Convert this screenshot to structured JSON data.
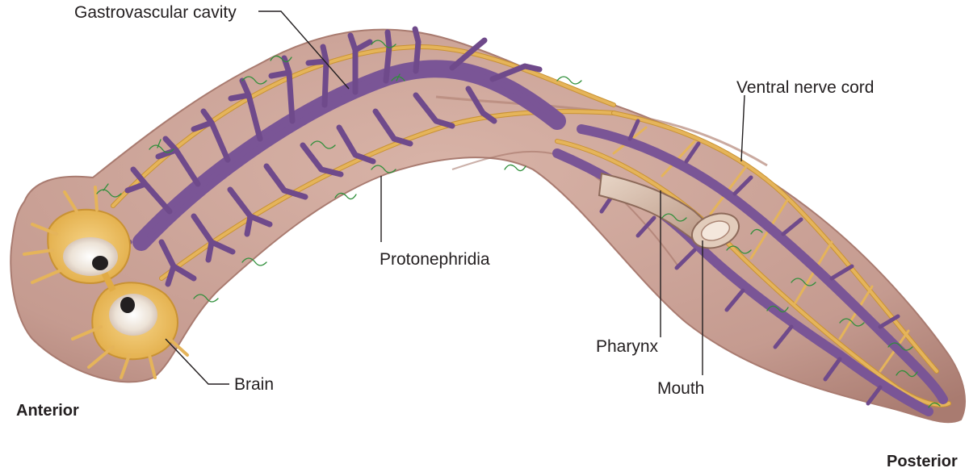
{
  "labels": {
    "gastrovascular_cavity": "Gastrovascular cavity",
    "ventral_nerve_cord": "Ventral nerve cord",
    "protonephridia": "Protonephridia",
    "pharynx": "Pharynx",
    "mouth": "Mouth",
    "brain": "Brain",
    "anterior": "Anterior",
    "posterior": "Posterior"
  },
  "colors": {
    "body_fill": "#c9a096",
    "body_edge": "#a9776c",
    "gut": "#7a5596",
    "nerve": "#e5b45a",
    "protonephridia": "#2f8f3a",
    "pharynx": "#d9c0ae",
    "eye": "#f4ede4",
    "text": "#231f20"
  }
}
